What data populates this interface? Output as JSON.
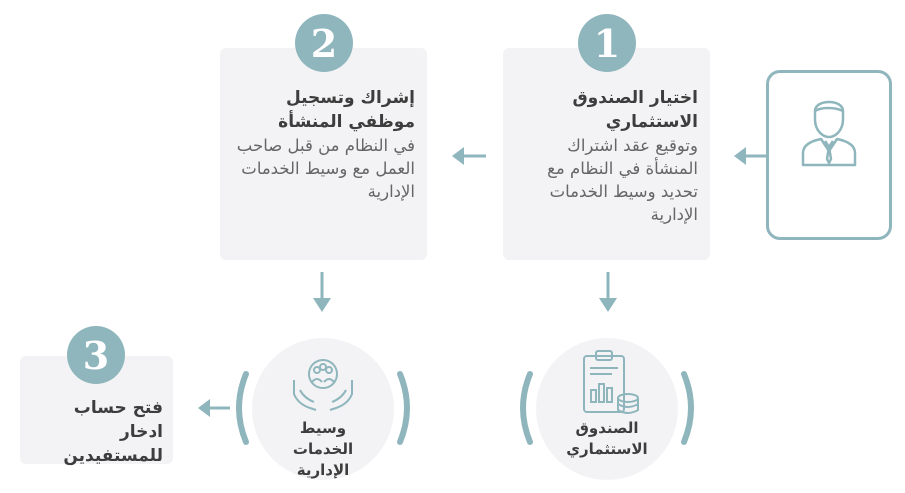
{
  "steps": [
    {
      "number": "1",
      "title": "اختيار الصندوق الاستثماري",
      "description": "وتوقيع عقد اشتراك المنشأة في النظام مع تحديد وسيط الخدمات الإدارية"
    },
    {
      "number": "2",
      "title": "إشراك وتسجيل موظفي المنشأة",
      "description": "في النظام من قبل صاحب العمل مع وسيط الخدمات الإدارية"
    },
    {
      "number": "3",
      "title": "فتح حساب ادخار للمستفيدين",
      "description": ""
    }
  ],
  "nodes": {
    "fund": "الصندوق الاستثماري",
    "broker": "وسيط الخدمات الإدارية"
  },
  "colors": {
    "accent": "#8fb6bd",
    "card_bg": "#f3f3f5"
  },
  "icons": {
    "user": "user-avatar-icon",
    "fund": "clipboard-chart-coins-icon",
    "broker": "hands-holding-group-icon"
  }
}
